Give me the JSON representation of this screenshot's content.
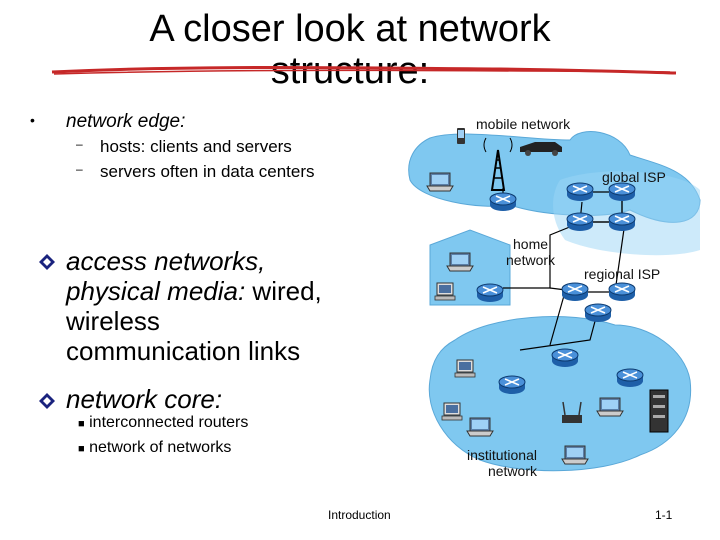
{
  "slide": {
    "title_line1": "A closer look at network",
    "title_line2": "structure:"
  },
  "bullets": {
    "edge": {
      "label": "network edge:",
      "items": [
        "hosts: clients and servers",
        "servers often in data centers"
      ]
    },
    "access": {
      "label_italic": "access networks,",
      "line2_italic": "physical media:",
      "line2_rest": " wired,",
      "line3": "wireless",
      "line4": "communication links"
    },
    "core": {
      "label": "network core:",
      "items": [
        "interconnected routers",
        "network of networks"
      ]
    }
  },
  "diagram": {
    "labels": {
      "mobile": "mobile network",
      "global": "global ISP",
      "home1": "home",
      "home2": "network",
      "regional": "regional ISP",
      "inst1": "institutional",
      "inst2": "network"
    }
  },
  "footer": {
    "left": "Introduction",
    "right": "1-1"
  },
  "colors": {
    "title_rule": "#c62828",
    "cloud": "#7fc8f0",
    "bullet_diamond": "#1a237e",
    "router": "#1e5fa8"
  }
}
